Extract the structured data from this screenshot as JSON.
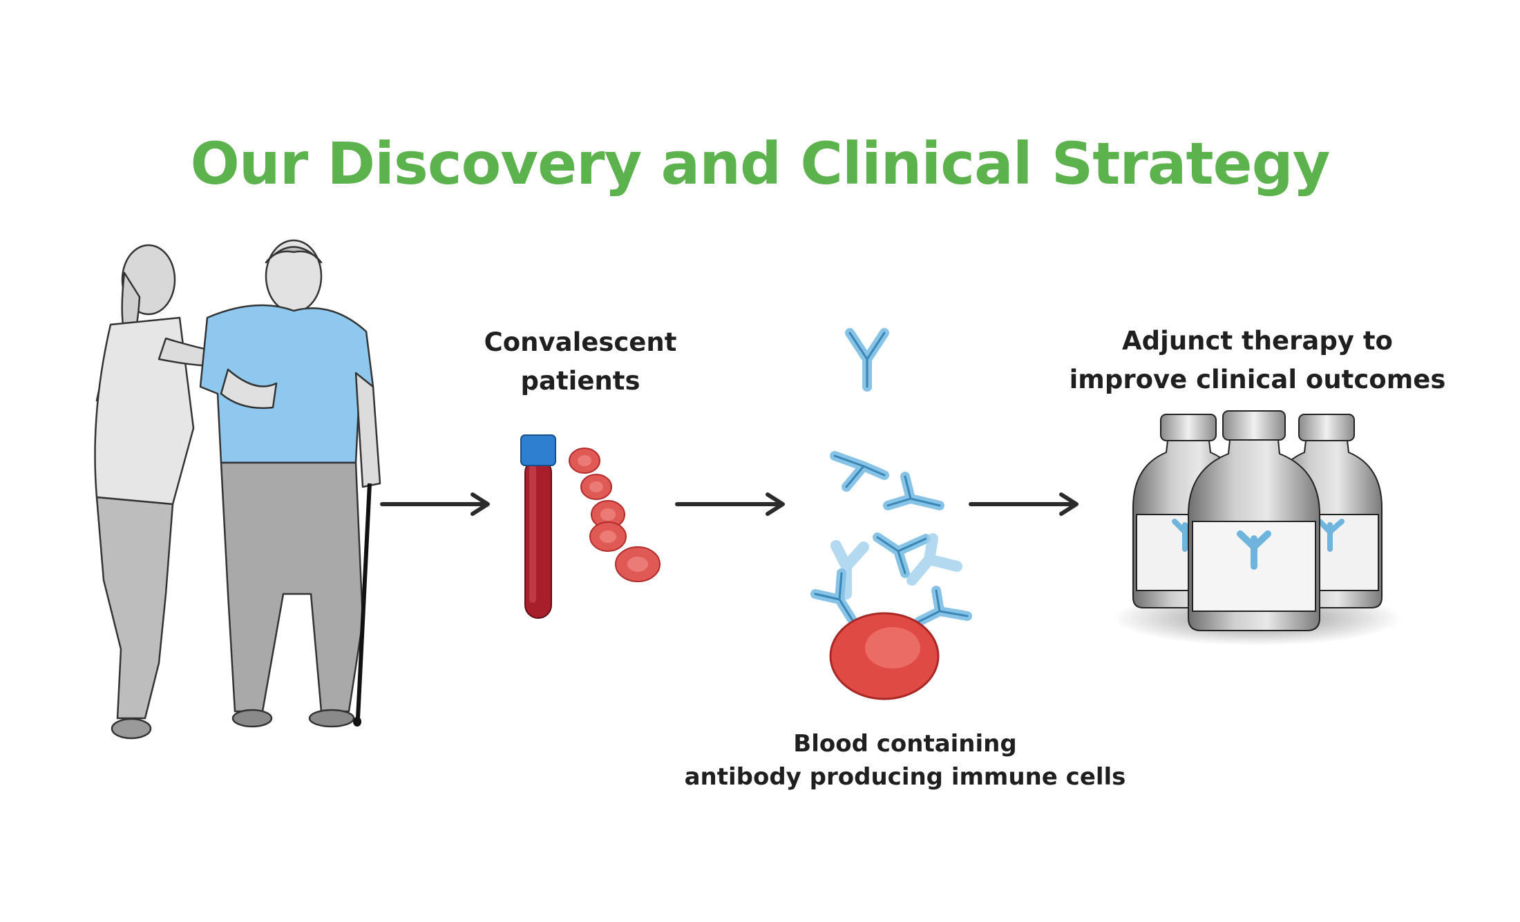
{
  "title": "Our Discovery and Clinical Strategy",
  "steps": {
    "convalescent": {
      "label_lines": [
        "Convalescent",
        "patients"
      ]
    },
    "blood": {
      "label_lines": [
        "Blood containing",
        "antibody producing  immune cells"
      ]
    },
    "adjunct": {
      "label_lines": [
        "Adjunct therapy to",
        "improve clinical outcomes"
      ]
    }
  },
  "colors": {
    "title": "#5cb34d",
    "text": "#1f1f1f",
    "shirt": "#8ec8ef",
    "antibody": "#86c3e6",
    "blood": "#b5202e",
    "cell": "#e0423f",
    "arrow": "#2b2b2b"
  },
  "icons": [
    "patients-illustration",
    "blood-tube-icon",
    "red-blood-cells-icon",
    "antibody-icon",
    "immune-cell-icon",
    "vials-icon",
    "arrow-right-icon"
  ]
}
